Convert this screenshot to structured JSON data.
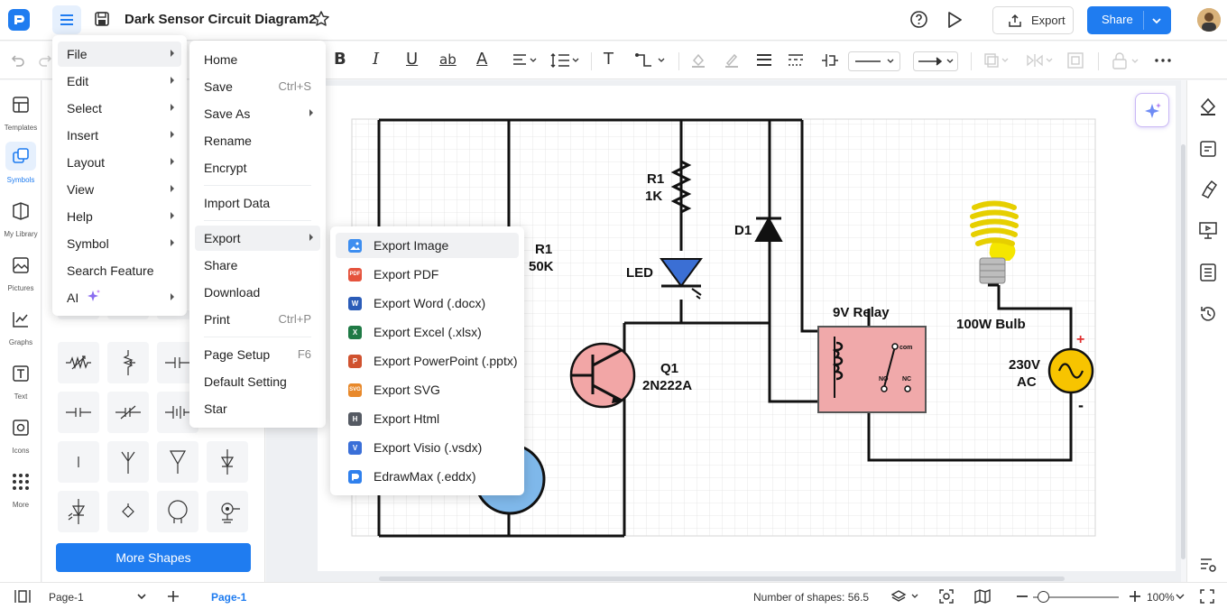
{
  "app": {
    "title": "Dark Sensor Circuit Diagram2",
    "export_label": "Export",
    "share_label": "Share"
  },
  "left_rail": [
    {
      "label": "Templates",
      "icon": "templates-icon"
    },
    {
      "label": "Symbols",
      "icon": "symbols-icon",
      "active": true
    },
    {
      "label": "My Library",
      "icon": "library-icon"
    },
    {
      "label": "Pictures",
      "icon": "pictures-icon"
    },
    {
      "label": "Graphs",
      "icon": "graphs-icon"
    },
    {
      "label": "Text",
      "icon": "text-icon"
    },
    {
      "label": "Icons",
      "icon": "icons-icon"
    },
    {
      "label": "More",
      "icon": "more-icon"
    }
  ],
  "symbols_panel": {
    "more_shapes_label": "More Shapes"
  },
  "file_menu": [
    {
      "label": "File",
      "has_submenu": true,
      "highlighted": true
    },
    {
      "label": "Edit",
      "has_submenu": true
    },
    {
      "label": "Select",
      "has_submenu": true
    },
    {
      "label": "Insert",
      "has_submenu": true
    },
    {
      "label": "Layout",
      "has_submenu": true
    },
    {
      "label": "View",
      "has_submenu": true
    },
    {
      "label": "Help",
      "has_submenu": true
    },
    {
      "label": "Symbol",
      "has_submenu": true
    },
    {
      "label": "Search Feature",
      "has_submenu": false
    },
    {
      "label": "AI",
      "has_submenu": true
    }
  ],
  "file_submenu": [
    {
      "label": "Home",
      "shortcut": ""
    },
    {
      "label": "Save",
      "shortcut": "Ctrl+S"
    },
    {
      "label": "Save As",
      "shortcut": "",
      "has_submenu": true
    },
    {
      "label": "Rename",
      "shortcut": ""
    },
    {
      "label": "Encrypt",
      "shortcut": ""
    },
    {
      "label": "Import Data",
      "shortcut": ""
    },
    {
      "label": "Export",
      "shortcut": "",
      "has_submenu": true,
      "highlighted": true
    },
    {
      "label": "Share",
      "shortcut": ""
    },
    {
      "label": "Download",
      "shortcut": ""
    },
    {
      "label": "Print",
      "shortcut": "Ctrl+P"
    },
    {
      "label": "Page Setup",
      "shortcut": "F6"
    },
    {
      "label": "Default Setting",
      "shortcut": ""
    },
    {
      "label": "Star",
      "shortcut": ""
    }
  ],
  "export_submenu": [
    {
      "label": "Export Image",
      "badge": "",
      "color": "#3d8ef0"
    },
    {
      "label": "Export PDF",
      "badge": "PDF",
      "color": "#e5533d"
    },
    {
      "label": "Export Word (.docx)",
      "badge": "W",
      "color": "#2b5cb8"
    },
    {
      "label": "Export Excel (.xlsx)",
      "badge": "X",
      "color": "#1f7a45"
    },
    {
      "label": "Export PowerPoint (.pptx)",
      "badge": "P",
      "color": "#d0522f"
    },
    {
      "label": "Export SVG",
      "badge": "SVG",
      "color": "#e8892b"
    },
    {
      "label": "Export Html",
      "badge": "H",
      "color": "#555a63"
    },
    {
      "label": "Export Visio (.vsdx)",
      "badge": "V",
      "color": "#3a6fd8"
    },
    {
      "label": "EdrawMax (.eddx)",
      "badge": "D",
      "color": "#2f80ed"
    }
  ],
  "diagram": {
    "r1_top": "R1",
    "r1_top_val": "1K",
    "r1_left": "R1",
    "r1_left_val": "50K",
    "d1": "D1",
    "led": "LED",
    "q1": "Q1",
    "q1_part": "2N222A",
    "relay": "9V Relay",
    "relay_com": "com",
    "relay_no": "NO",
    "relay_nc": "NC",
    "bulb": "100W Bulb",
    "source_v": "230V",
    "source_ac": "AC",
    "plus": "+",
    "minus": "-"
  },
  "status": {
    "page_select": "Page-1",
    "page_tab": "Page-1",
    "shape_count": "Number of shapes: 56.5",
    "zoom": "100%"
  },
  "colors": {
    "accent": "#1f7cf0",
    "relay_fill": "#f0a9aa",
    "transistor_fill": "#f2a6a6",
    "led_fill": "#3b6fd4",
    "bulb": "#f5e600",
    "ac_source": "#f7c400"
  }
}
